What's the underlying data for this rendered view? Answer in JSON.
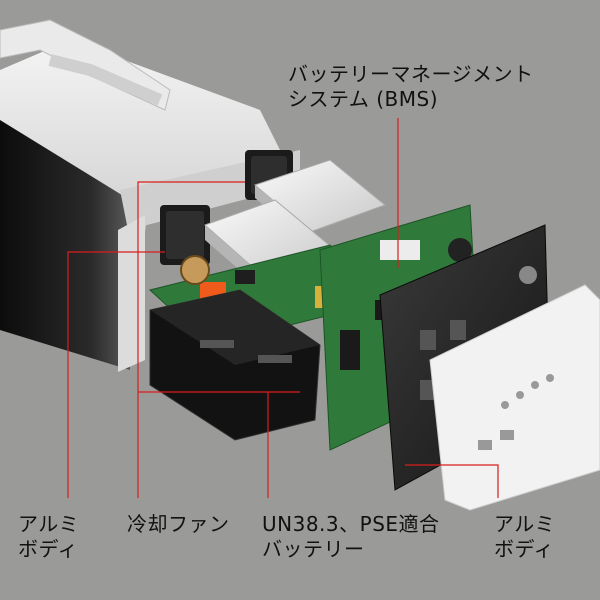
{
  "labels": {
    "bms": {
      "line1": "バッテリーマネージメント",
      "line2": "システム (BMS)"
    },
    "body_left": {
      "line1": "アルミ",
      "line2": "ボディ"
    },
    "fan": {
      "line1": "冷却ファン"
    },
    "battery": {
      "line1": "UN38.3、PSE適合",
      "line2": "バッテリー"
    },
    "body_right": {
      "line1": "アルミ",
      "line2": "ボディ"
    }
  },
  "colors": {
    "background": "#9a9a98",
    "leader_line": "#d81e1e",
    "pcb_green": "#2f7a3a",
    "fan_orange": "#f05a1a",
    "aluminum_dark": "#1a1a1a",
    "faceplate": "#f2f2f2"
  }
}
